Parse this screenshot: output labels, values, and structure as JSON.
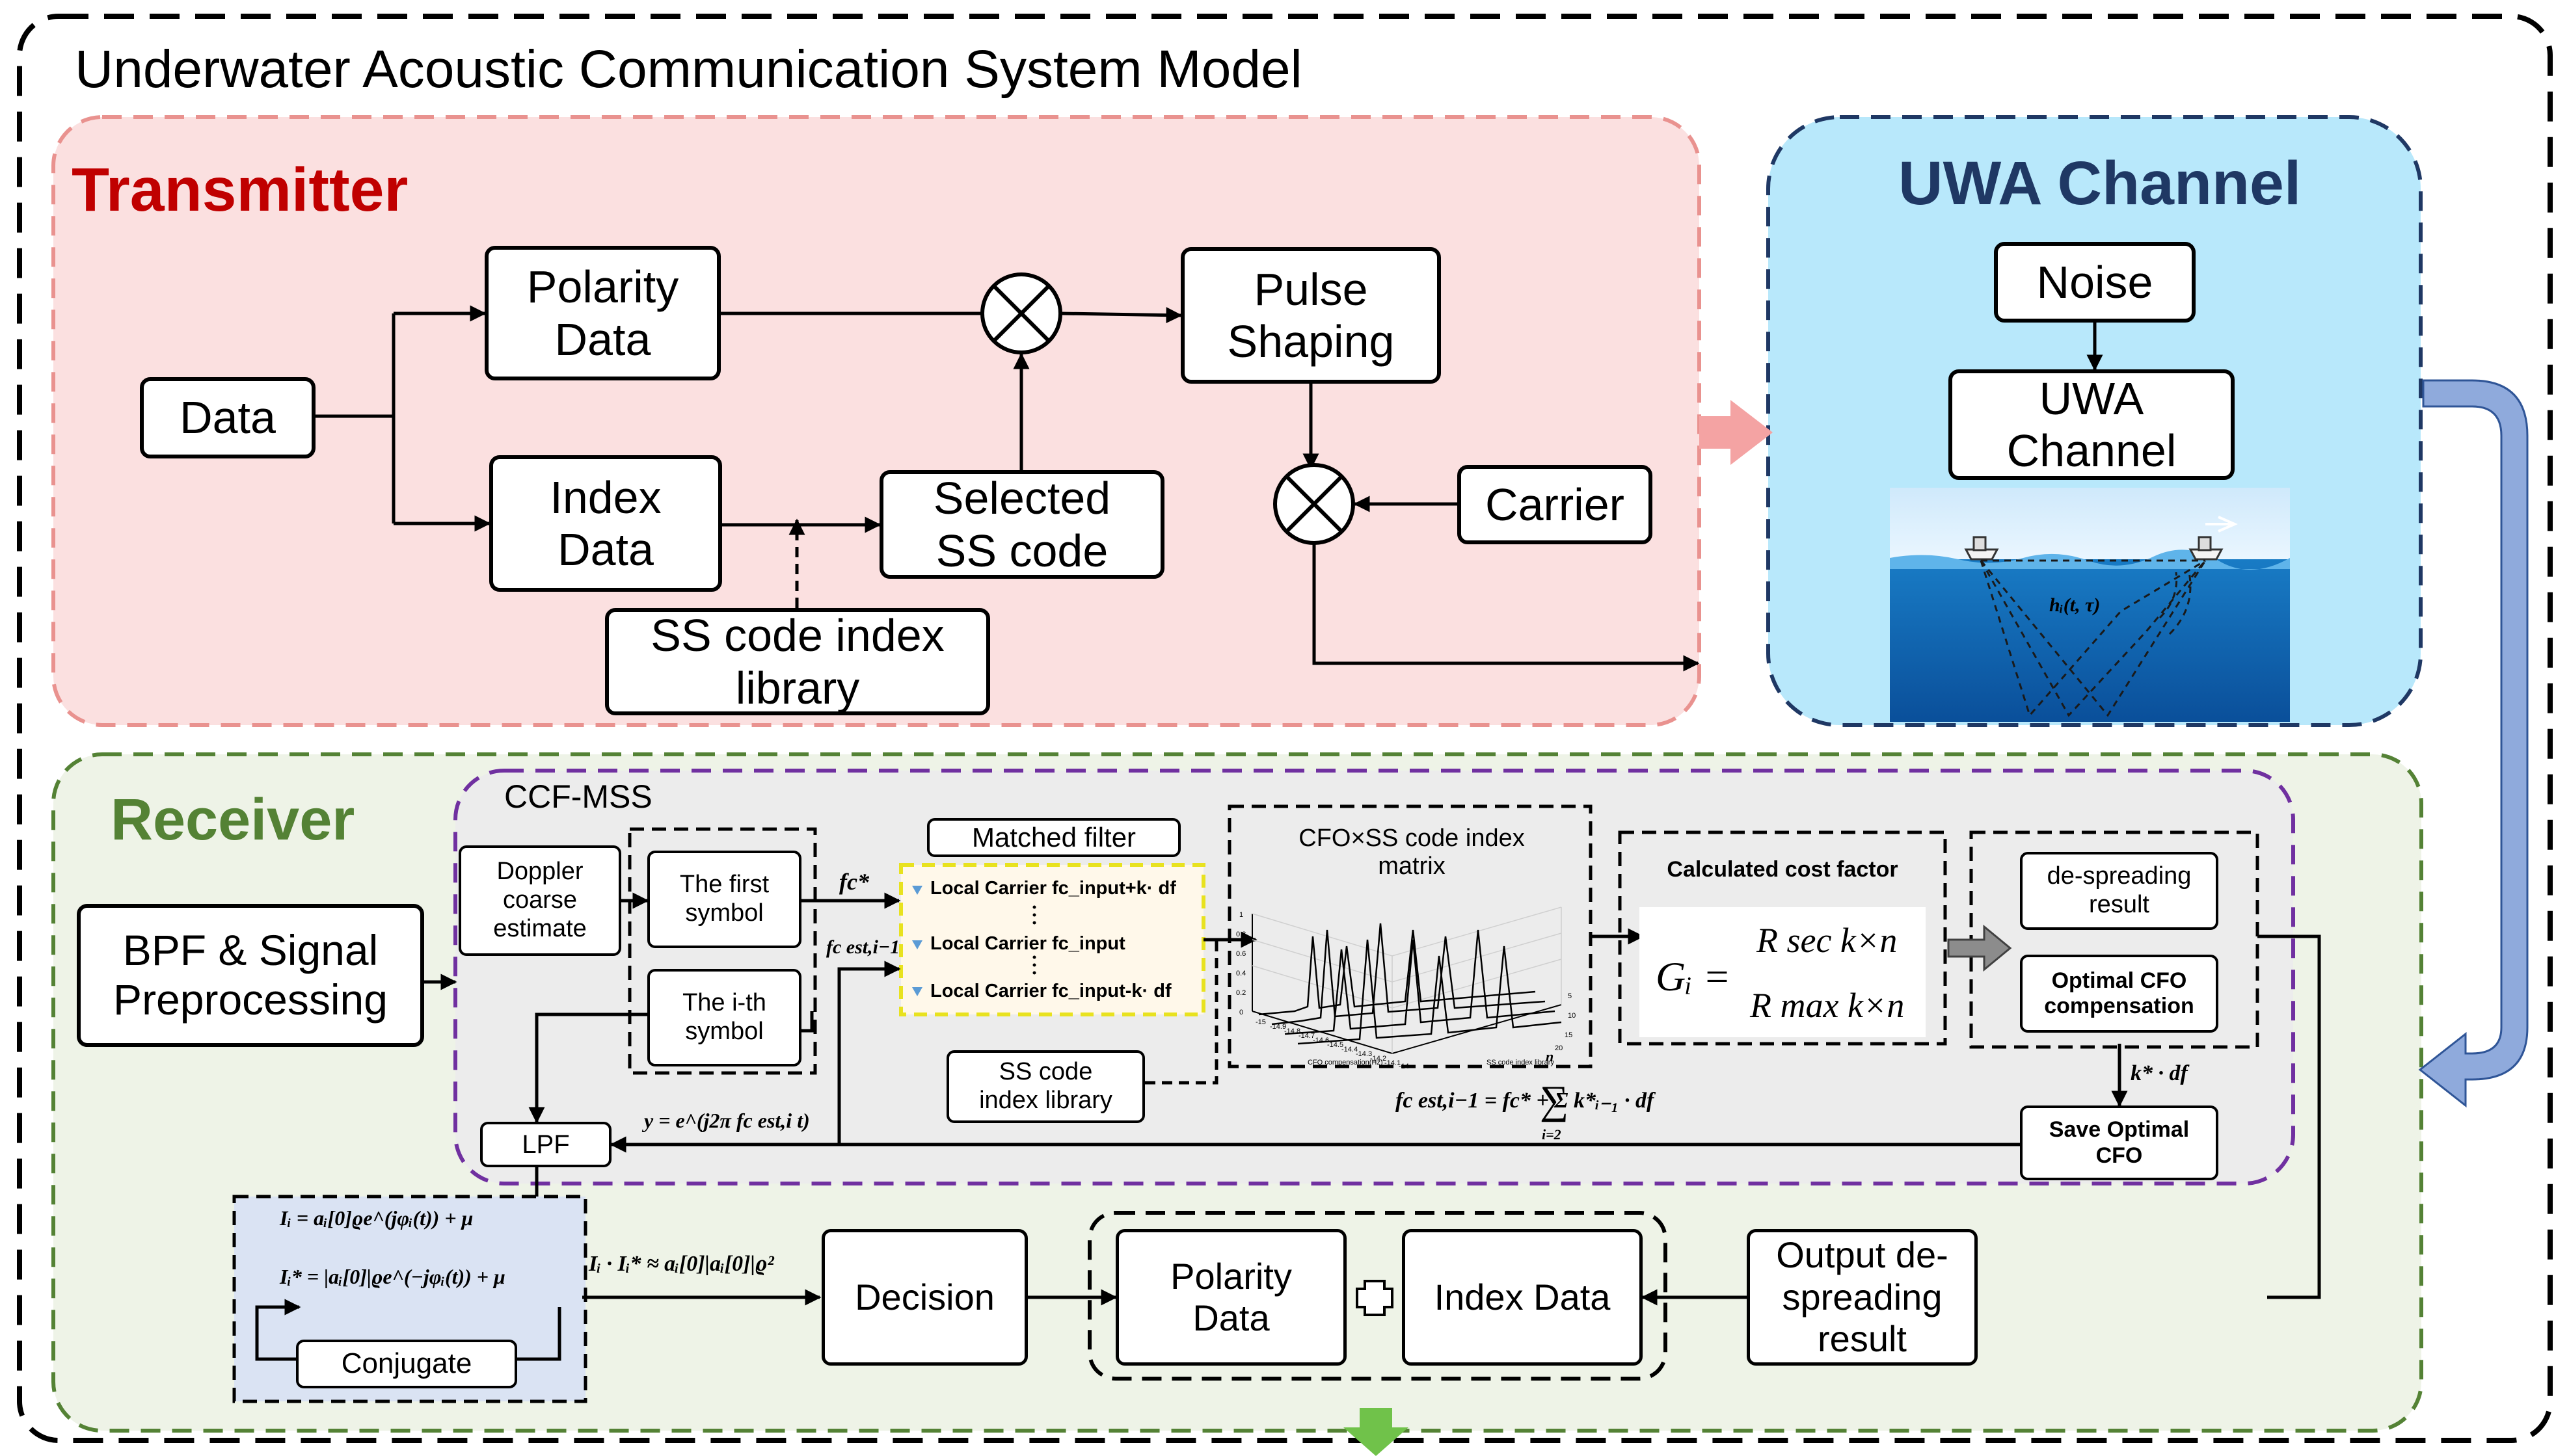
{
  "title": "Underwater Acoustic Communication System Model",
  "sections": {
    "transmitter": "Transmitter",
    "channel": "UWA Channel",
    "receiver": "Receiver",
    "ccf": "CCF-MSS"
  },
  "transmitter": {
    "data": "Data",
    "polarity_data": "Polarity\nData",
    "index_data": "Index\nData",
    "selected_ss": "Selected\nSS code",
    "ss_library": "SS code index\nlibrary",
    "pulse_shaping": "Pulse\nShaping",
    "carrier": "Carrier"
  },
  "channel": {
    "noise": "Noise",
    "uwa_channel": "UWA\nChannel",
    "h_label": "hᵢ(t, τ)"
  },
  "receiver": {
    "bpf": "BPF & Signal\nPreprocessing",
    "doppler": "Doppler\ncoarse\nestimate",
    "first_symbol": "The first\nsymbol",
    "ith_symbol": "The i-th\nsymbol",
    "lpf": "LPF",
    "matched_filter": "Matched filter",
    "mf_rows": [
      "Local Carrier fc_input+k· df",
      "Local Carrier fc_input",
      "Local Carrier fc_input-k· df"
    ],
    "ss_library": "SS code\nindex library",
    "cfo_title": "CFO×SS code index\nmatrix",
    "cost_title": "Calculated cost factor",
    "despread_result": "de-spreading\nresult",
    "optimal_cfo": "Optimal CFO\ncompensation",
    "save_cfo": "Save Optimal\nCFO",
    "conjugate": "Conjugate",
    "decision": "Decision",
    "polarity_data": "Polarity\nData",
    "index_data": "Index Data",
    "output": "Output de-spreading\nresult"
  },
  "equations": {
    "fc_star": "fc*",
    "fcest": "fc est,i−1",
    "y_eq": "y = e^(j2π fc est,i t)",
    "fcest_sum": "fc est,i−1 = fc* + Σ k*ᵢ₋₁ · df",
    "sum_lower": "i=2",
    "sum_upper": "n",
    "k_df": "k* · df",
    "I_i": "Iᵢ = aᵢ[0]ϱe^(jφᵢ(t)) + μ",
    "I_i_conj": "Iᵢ* = |aᵢ[0]|ϱe^(−jφᵢ(t)) + μ",
    "I_prod": "Iᵢ · Iᵢ* ≈ aᵢ[0]|aᵢ[0]|ϱ²",
    "G_lhs": "Gᵢ =",
    "G_num": "R sec k×n",
    "G_den": "R max k×n"
  },
  "plot": {
    "xlabel": "CFO compensation(Hz)",
    "ylabel": "SS code index library",
    "x_ticks": [
      "-15",
      "-14.9",
      "-14.8",
      "-14.7",
      "-14.6",
      "-14.5",
      "-14.4",
      "-14.3",
      "-14.2",
      "-14.1",
      "-14"
    ],
    "z_ticks": [
      "0",
      "0.2",
      "0.4",
      "0.6",
      "0.8",
      "1"
    ],
    "y_ticks": [
      "5",
      "10",
      "15",
      "20"
    ]
  },
  "colors": {
    "transmitter_fill": "#fbe0e0",
    "transmitter_border": "#e9928f",
    "transmitter_title": "#c00000",
    "channel_fill": "#b8e8fb",
    "channel_border": "#1f3864",
    "channel_title": "#1f3864",
    "receiver_fill": "#eef3e7",
    "receiver_border": "#548235",
    "receiver_title": "#548235",
    "ccf_fill": "#ececec",
    "ccf_border": "#7030a0",
    "mf_fill": "#fff8ea",
    "mf_border": "#e8e21f",
    "conj_fill": "#dae3f3",
    "big_arrow_blue": "#8faadc",
    "pink_arrow": "#f4a3a3",
    "green_arrow": "#70c24a"
  }
}
